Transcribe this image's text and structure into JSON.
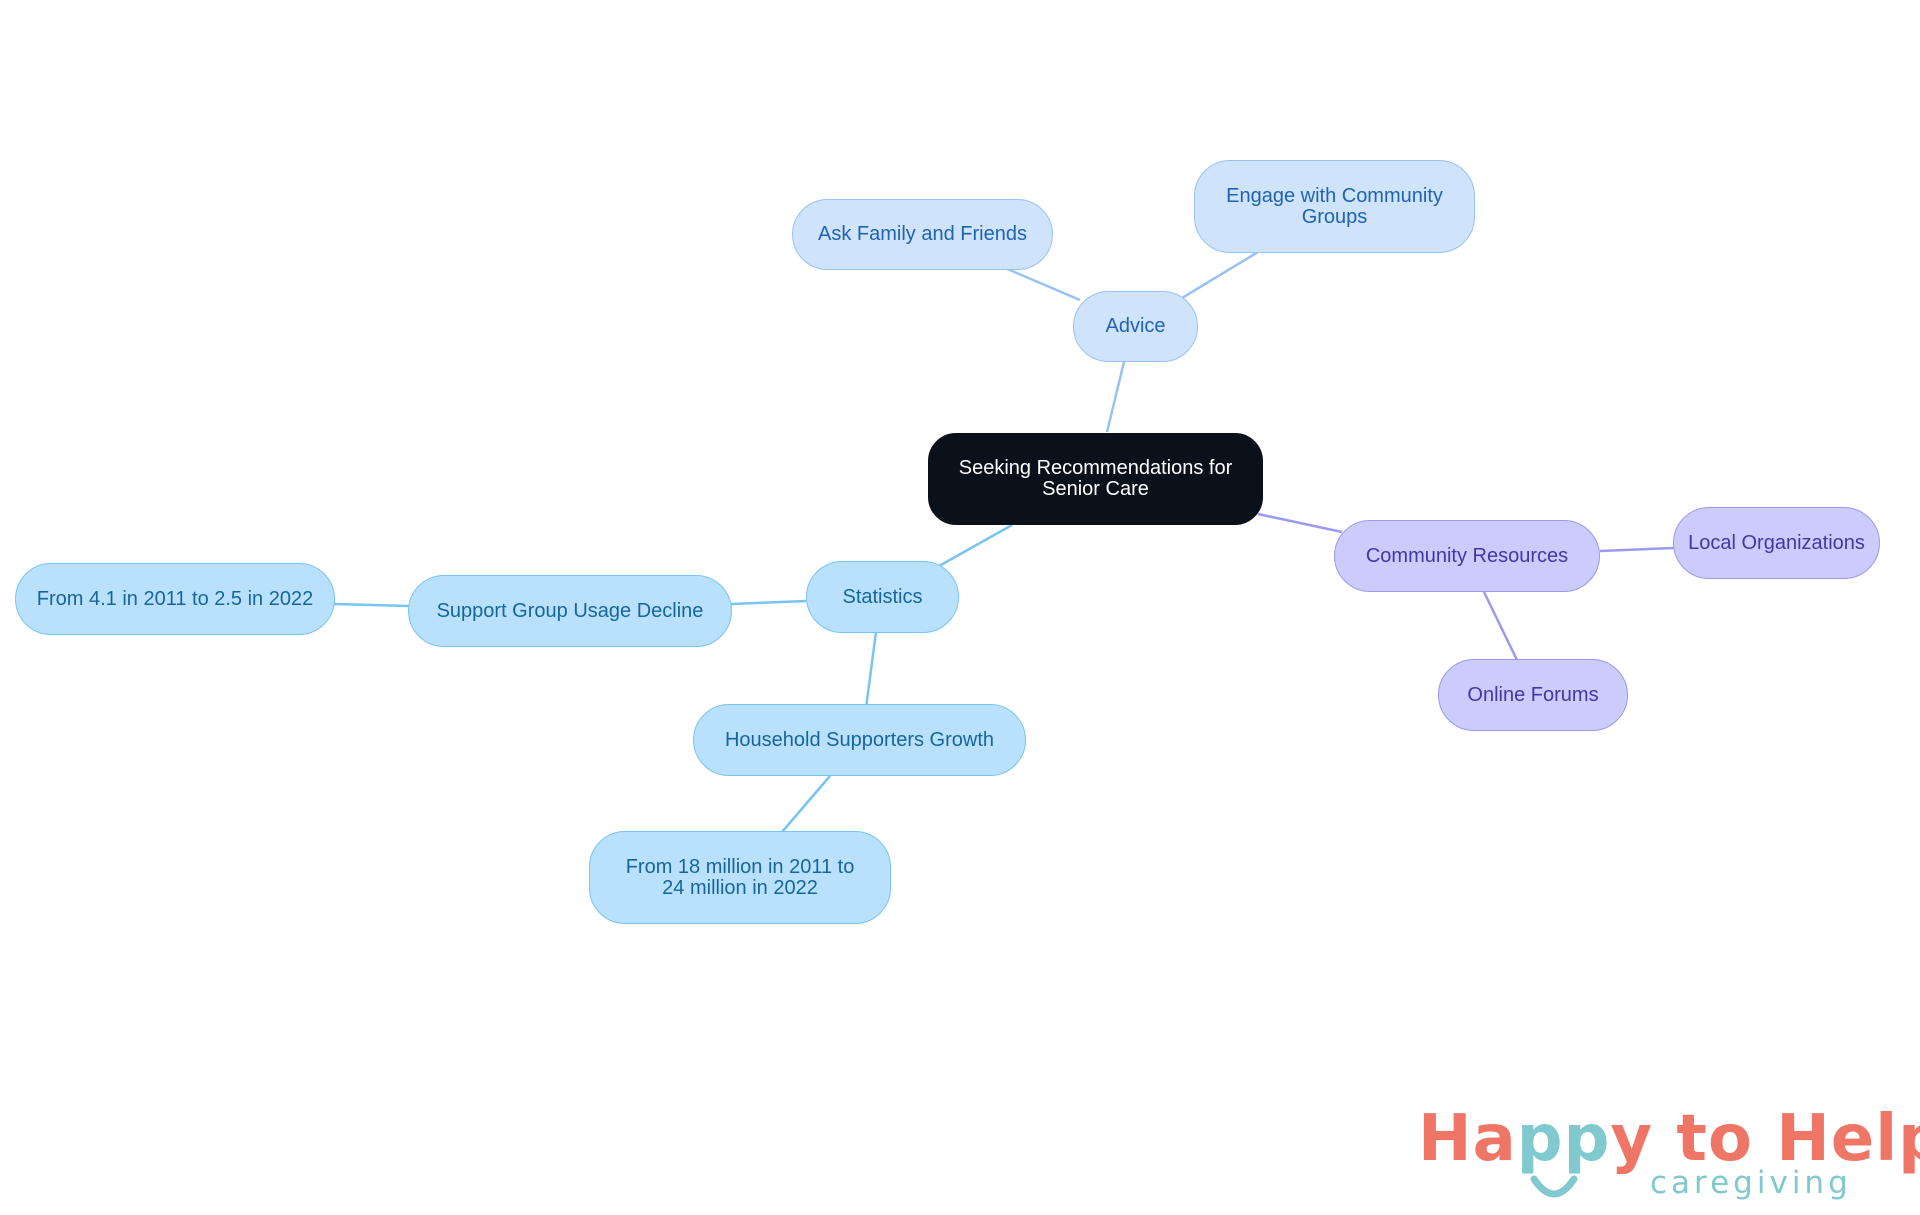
{
  "mindmap": {
    "root": {
      "label": "Seeking Recommendations for Senior Care"
    },
    "branches": [
      {
        "key": "advice",
        "label": "Advice",
        "color": "#98c2f2",
        "children": [
          {
            "label": "Ask Family and Friends"
          },
          {
            "label": "Engage with Community Groups"
          }
        ]
      },
      {
        "key": "statistics",
        "label": "Statistics",
        "color": "#78c4f2",
        "children": [
          {
            "label": "Support Group Usage Decline",
            "children": [
              {
                "label": "From 4.1 in 2011 to 2.5 in 2022"
              }
            ]
          },
          {
            "label": "Household Supporters Growth",
            "children": [
              {
                "label": "From 18 million in 2011 to 24 million in 2022"
              }
            ]
          }
        ]
      },
      {
        "key": "community",
        "label": "Community Resources",
        "color": "#9b9aee",
        "children": [
          {
            "label": "Local Organizations"
          },
          {
            "label": "Online Forums"
          }
        ]
      }
    ]
  },
  "logo": {
    "title_part1": "Ha",
    "title_part2": "pp",
    "title_part3": "y to Help",
    "subtitle": "caregiving",
    "brand_coral": "#ef7666",
    "brand_teal": "#7fc9cf"
  }
}
